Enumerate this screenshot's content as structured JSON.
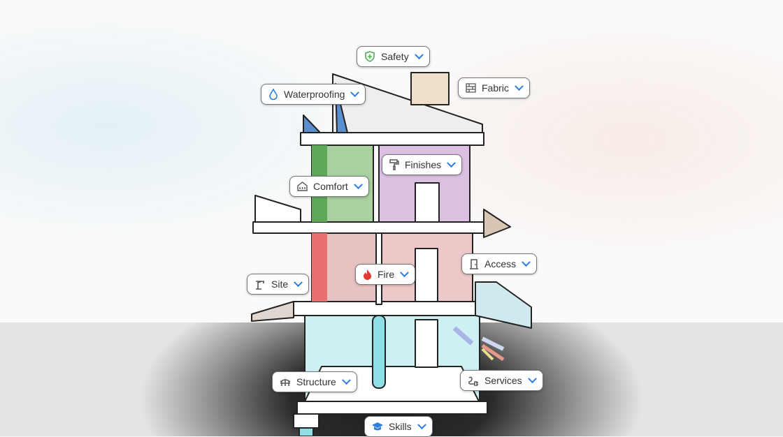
{
  "categories": [
    {
      "id": "safety",
      "label": "Safety",
      "icon": "shield-plus-icon",
      "color": "#4caf50"
    },
    {
      "id": "waterproofing",
      "label": "Waterproofing",
      "icon": "water-drop-icon",
      "color": "#2a7de1"
    },
    {
      "id": "fabric",
      "label": "Fabric",
      "icon": "brick-wall-icon",
      "color": "#555555"
    },
    {
      "id": "finishes",
      "label": "Finishes",
      "icon": "paint-roller-icon",
      "color": "#555555"
    },
    {
      "id": "comfort",
      "label": "Comfort",
      "icon": "heater-icon",
      "color": "#555555"
    },
    {
      "id": "fire",
      "label": "Fire",
      "icon": "flame-icon",
      "color": "#e53935"
    },
    {
      "id": "access",
      "label": "Access",
      "icon": "door-icon",
      "color": "#555555"
    },
    {
      "id": "site",
      "label": "Site",
      "icon": "crane-icon",
      "color": "#555555"
    },
    {
      "id": "structure",
      "label": "Structure",
      "icon": "bridge-icon",
      "color": "#555555"
    },
    {
      "id": "services",
      "label": "Services",
      "icon": "plug-icon",
      "color": "#555555"
    },
    {
      "id": "skills",
      "label": "Skills",
      "icon": "graduation-cap-icon",
      "color": "#2a7de1"
    }
  ]
}
